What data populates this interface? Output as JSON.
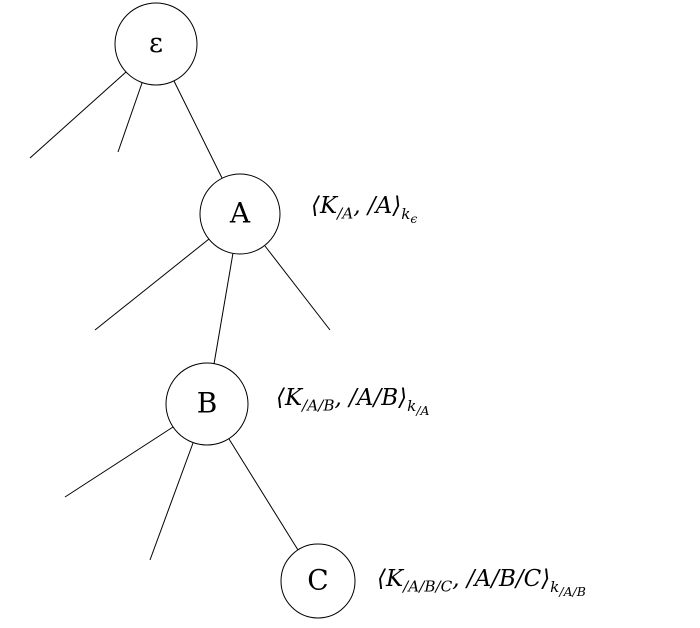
{
  "diagram": {
    "nodes": {
      "root": {
        "label": "ε"
      },
      "a": {
        "label": "A"
      },
      "b": {
        "label": "B"
      },
      "c": {
        "label": "C"
      }
    },
    "annotations": {
      "a": {
        "p1": "⟨K",
        "s1": "/A",
        "p2": ", /A⟩",
        "s2": "k",
        "s3": "ϵ"
      },
      "b": {
        "p1": "⟨K",
        "s1": "/A/B",
        "p2": ", /A/B⟩",
        "s2": "k",
        "s3": "/A"
      },
      "c": {
        "p1": "⟨K",
        "s1": "/A/B/C",
        "p2": ", /A/B/C⟩",
        "s2": "k",
        "s3": "/A/B"
      }
    },
    "colors": {
      "stroke": "#000000",
      "background": "#ffffff"
    }
  }
}
